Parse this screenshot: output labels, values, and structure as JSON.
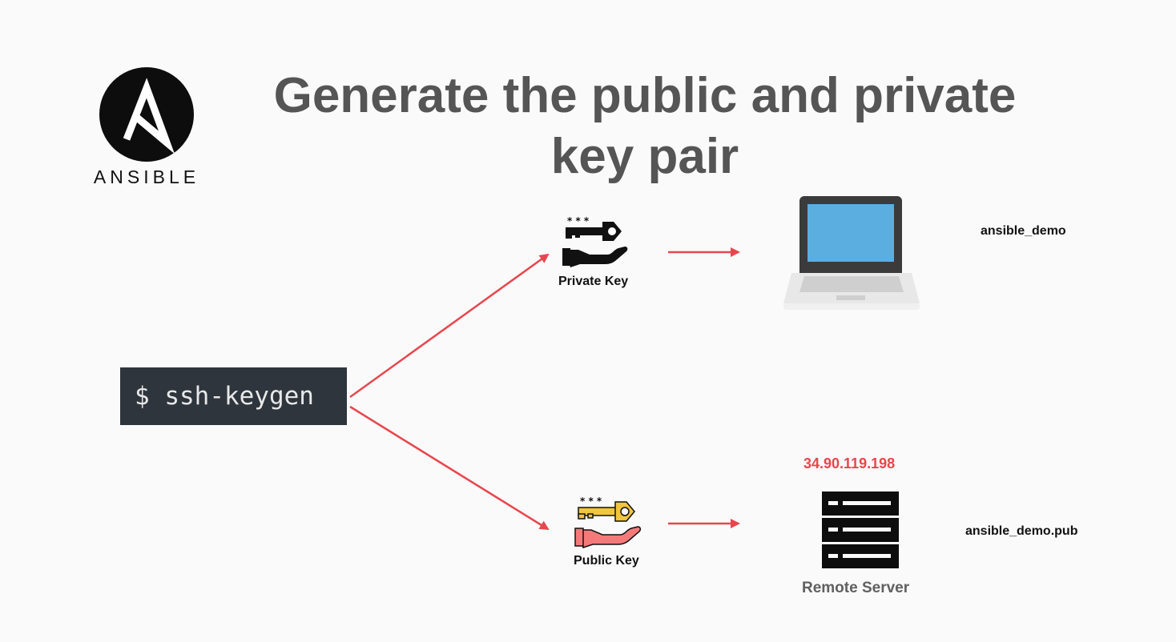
{
  "title": {
    "line1": "Generate the public and private",
    "line2": "key pair"
  },
  "logo": {
    "text": "ANSIBLE",
    "icon": "ansible-a-icon"
  },
  "command": {
    "text": "$ ssh-keygen"
  },
  "private_key": {
    "label": "Private Key",
    "icon": "hand-key-icon",
    "file": "ansible_demo"
  },
  "public_key": {
    "label": "Public Key",
    "icon": "hand-key-icon",
    "file": "ansible_demo.pub"
  },
  "laptop": {
    "icon": "laptop-icon"
  },
  "server": {
    "ip": "34.90.119.198",
    "label": "Remote Server",
    "icon": "server-icon"
  },
  "colors": {
    "arrow": "#e8464e",
    "title": "#555555",
    "command_bg": "#2f353d",
    "laptop_screen": "#5aaee0",
    "key_gold": "#f2c53f",
    "hand_pink": "#f47a7a"
  }
}
